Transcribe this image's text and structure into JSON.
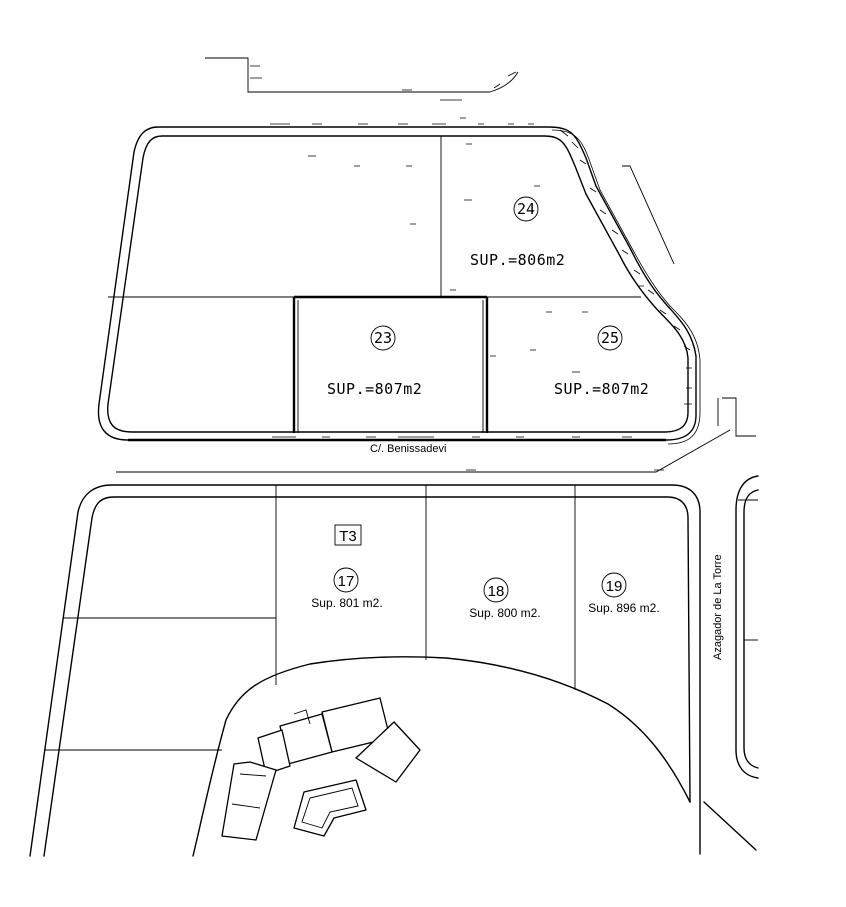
{
  "streets": {
    "top": "C/. Benissadevi",
    "right": "Azagador de La Torre"
  },
  "zone_label": "T3",
  "upper_lots": [
    {
      "number": "24",
      "area": "SUP.=806m2"
    },
    {
      "number": "23",
      "area": "SUP.=807m2"
    },
    {
      "number": "25",
      "area": "SUP.=807m2"
    }
  ],
  "lower_lots": [
    {
      "number": "17",
      "area": "Sup. 801 m2."
    },
    {
      "number": "18",
      "area": "Sup. 800 m2."
    },
    {
      "number": "19",
      "area": "Sup. 896 m2."
    }
  ]
}
